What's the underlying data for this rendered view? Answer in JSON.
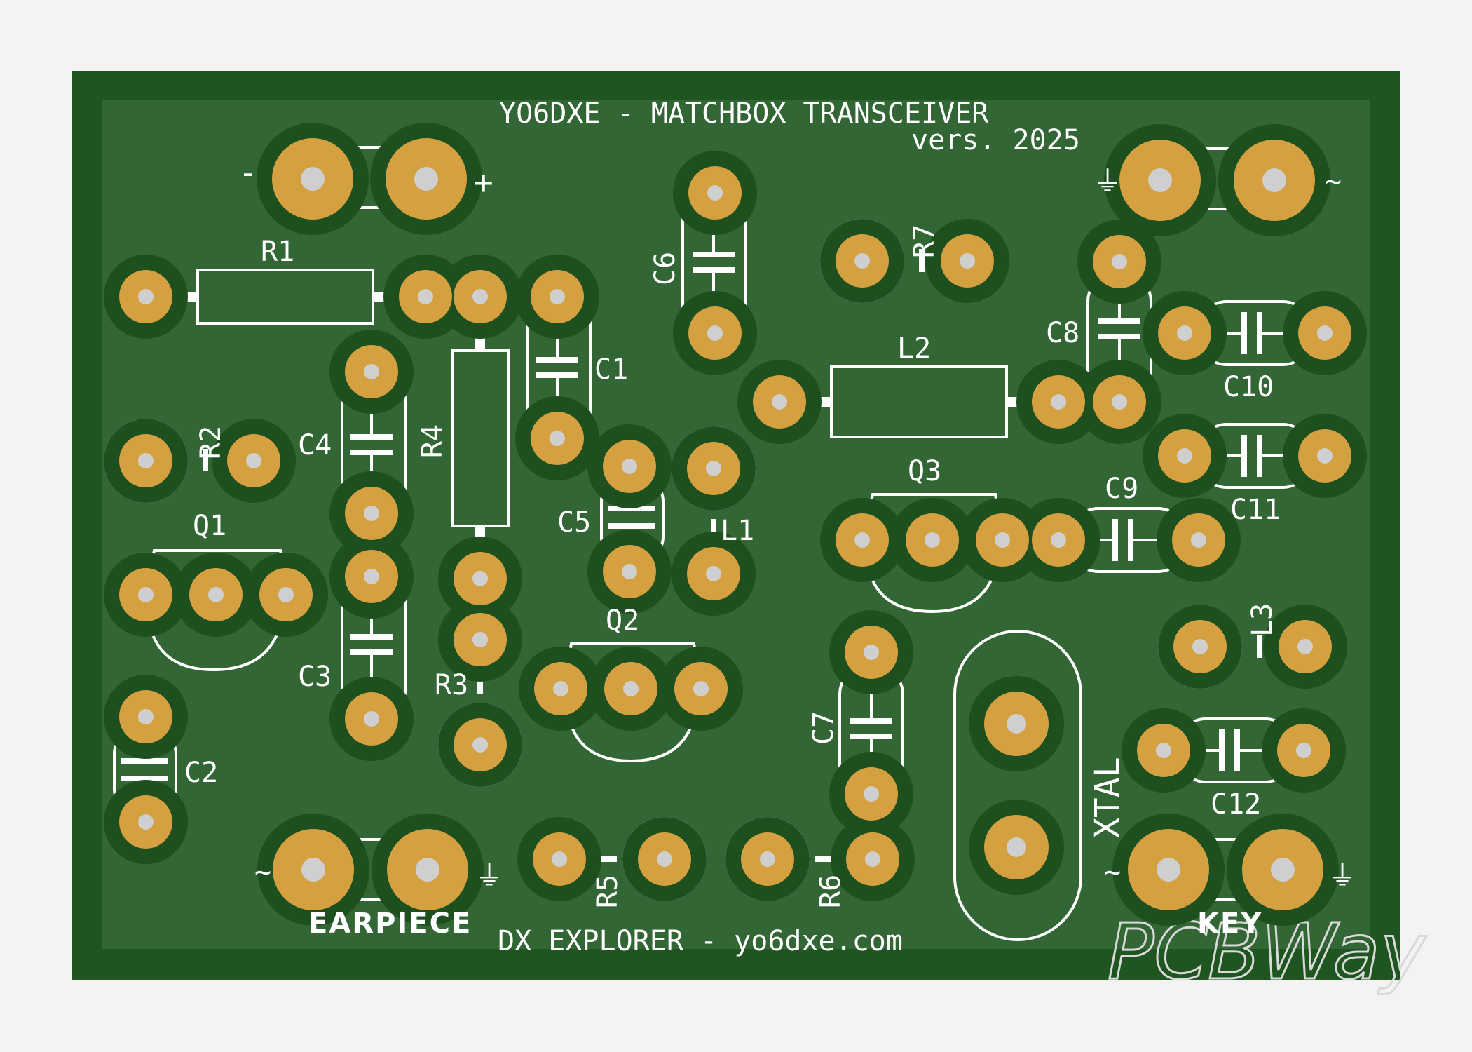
{
  "board": {
    "title": "YO6DXE - MATCHBOX TRANSCEIVER",
    "version": "vers. 2025",
    "footer": "DX EXPLORER - yo6dxe.com",
    "watermark": "PCBWay",
    "colors": {
      "background": "#f3f3f3",
      "board_edge": "#1e5520",
      "board_fill": "#336635",
      "pad_halo": "#1d4f1f",
      "pad_copper": "#d4a040",
      "pad_drill": "#cfcfcf",
      "silkscreen": "#ffffff"
    }
  },
  "connectors": {
    "power": {
      "minus": "-",
      "plus": "+"
    },
    "antenna": {
      "ground": "⏚",
      "signal": "~"
    },
    "earpiece": {
      "label": "EARPIECE",
      "signal": "~",
      "ground": "⏚"
    },
    "key": {
      "label": "KEY",
      "signal": "~",
      "ground": "⏚"
    }
  },
  "components": {
    "R1": "R1",
    "R2": "R2",
    "R3": "R3",
    "R4": "R4",
    "R5": "R5",
    "R6": "R6",
    "R7": "R7",
    "C1": "C1",
    "C2": "C2",
    "C3": "C3",
    "C4": "C4",
    "C5": "C5",
    "C6": "C6",
    "C7": "C7",
    "C8": "C8",
    "C9": "C9",
    "C10": "C10",
    "C11": "C11",
    "C12": "C12",
    "Q1": "Q1",
    "Q2": "Q2",
    "Q3": "Q3",
    "L1": "L1",
    "L2": "L2",
    "L3": "L3",
    "XTAL": "XTAL",
    "polarity_plus": "+"
  },
  "icons": [
    "ground-symbol-icon",
    "ac-signal-icon"
  ]
}
